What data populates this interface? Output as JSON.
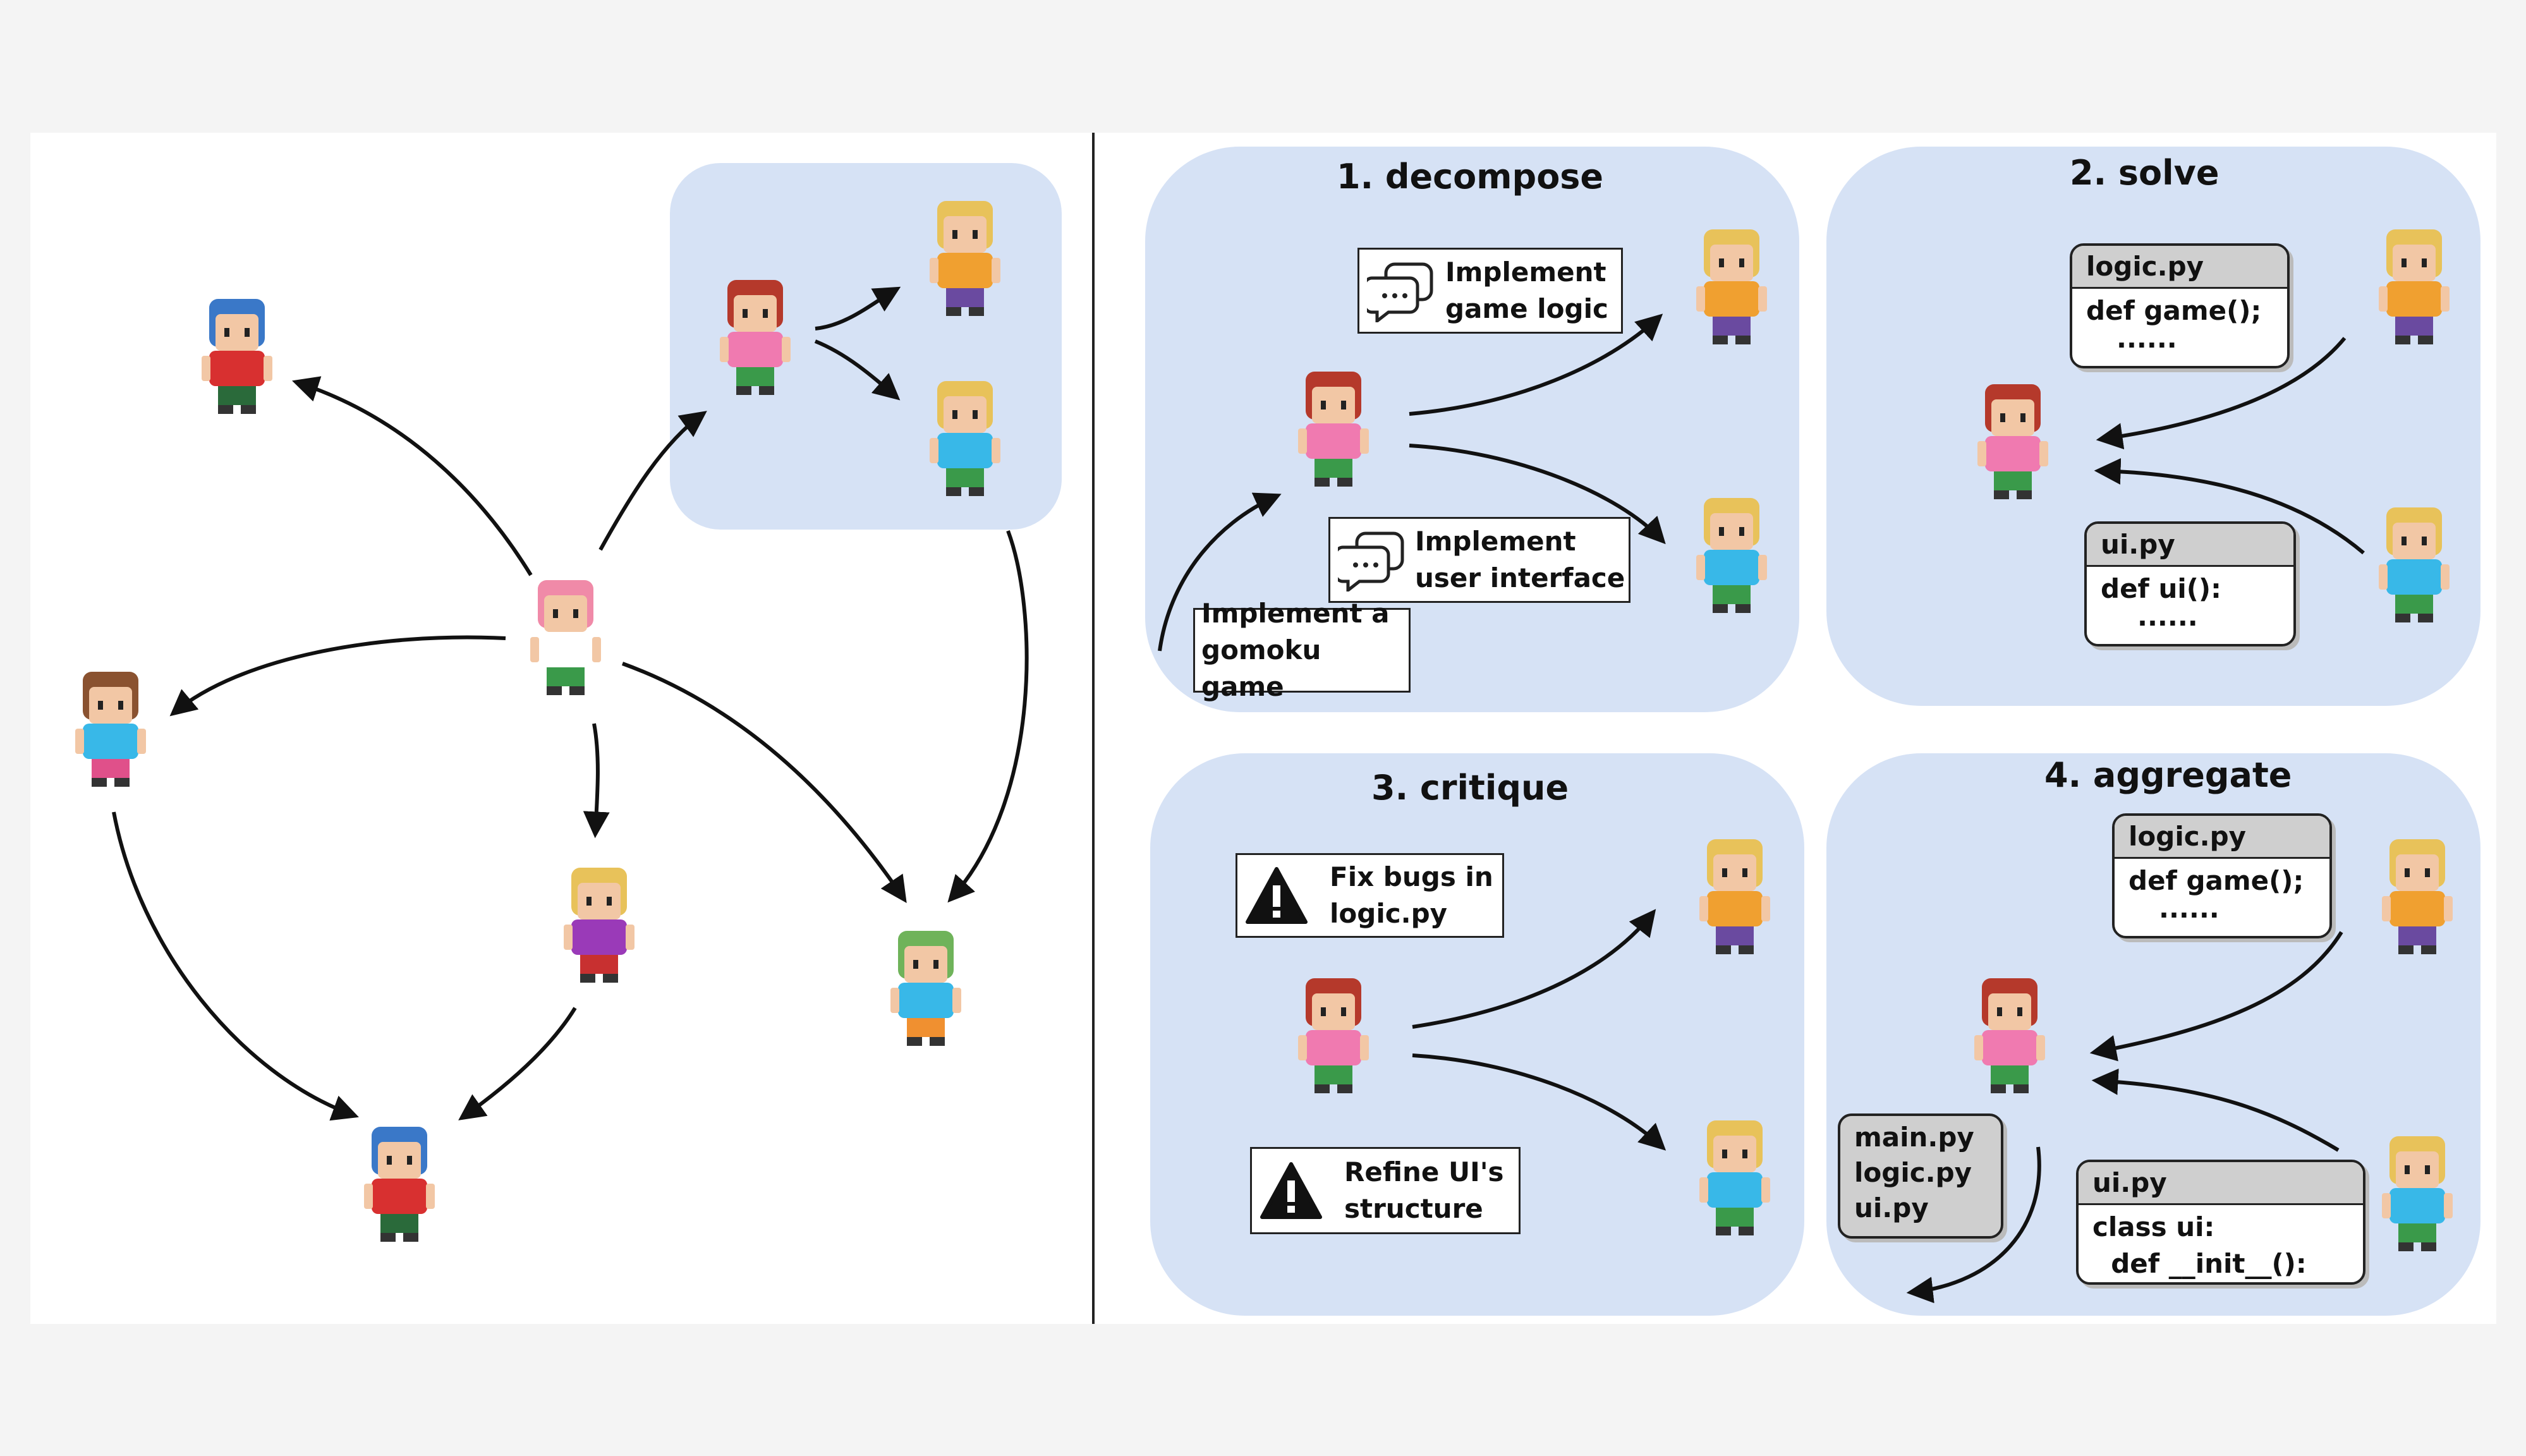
{
  "panels": {
    "decompose": {
      "title": "1. decompose",
      "task_gomoku": [
        "Implement a",
        "gomoku game"
      ],
      "task_logic": [
        "Implement",
        "game logic"
      ],
      "task_ui": [
        "Implement",
        "user interface"
      ]
    },
    "solve": {
      "title": "2. solve",
      "logic_file": "logic.py",
      "logic_lines": [
        "def game();",
        "......"
      ],
      "ui_file": "ui.py",
      "ui_lines": [
        "def ui():",
        "......"
      ]
    },
    "critique": {
      "title": "3. critique",
      "critique_1": [
        "Fix bugs in",
        "logic.py"
      ],
      "critique_2": [
        "Refine UI's",
        "structure"
      ]
    },
    "aggregate": {
      "title": "4. aggregate",
      "logic_file": "logic.py",
      "logic_lines": [
        "def game();",
        "......"
      ],
      "ui_file": "ui.py",
      "ui_lines": [
        "class ui:",
        "  def __init__():"
      ],
      "files": [
        "main.py",
        "logic.py",
        "ui.py"
      ]
    }
  },
  "colors": {
    "panel_fill": "#d6e2f5",
    "hair_red": "#b5392b",
    "hair_blonde": "#e8c25a",
    "hair_blue": "#3a78c8",
    "hair_pink": "#f08aa8",
    "hair_green": "#6fb35a",
    "hair_brown": "#8a5230"
  },
  "icons": [
    "speech-bubble-icon",
    "warning-icon",
    "arrow-icon",
    "character-sprite"
  ]
}
